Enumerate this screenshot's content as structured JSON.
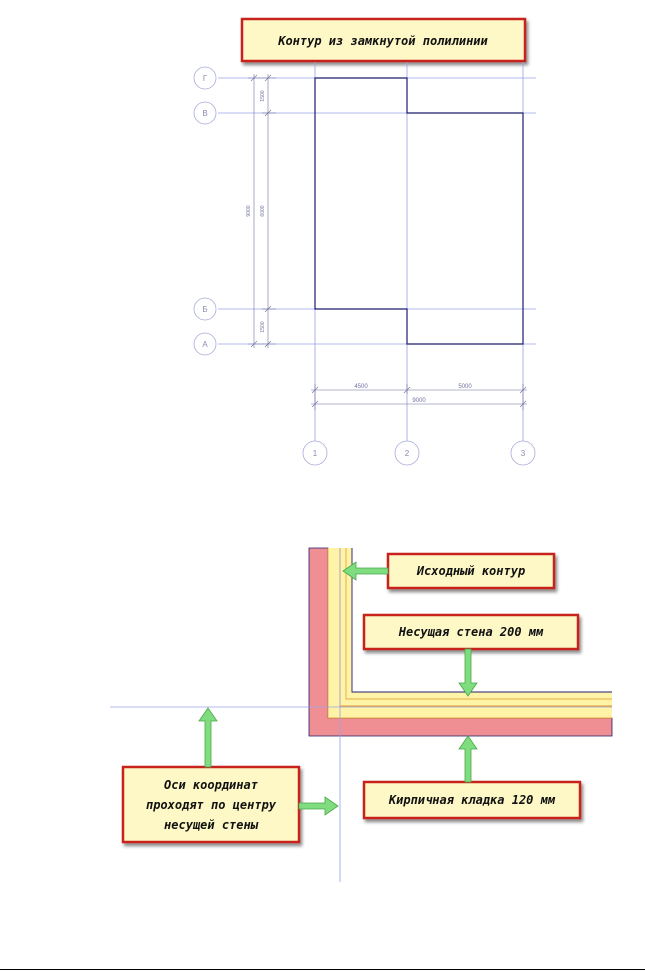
{
  "top": {
    "title": "Контур из замкнутой полилинии",
    "row_axes": [
      "Г",
      "В",
      "Б",
      "А"
    ],
    "column_axes": [
      "1",
      "2",
      "3"
    ],
    "dimensions": {
      "horizontal": [
        "4500",
        "5000",
        "9000"
      ],
      "vertical": [
        "1500",
        "6000",
        "1500",
        "9000"
      ]
    }
  },
  "bottom": {
    "source_contour": "Исходный контур",
    "bearing_wall": "Несущая стена 200 мм",
    "brickwork": "Кирпичная кладка 120 мм",
    "axes_note_line1": "Оси координат",
    "axes_note_line2": "проходят по центру",
    "axes_note_line3": "несущей стены"
  },
  "colors": {
    "callout_fill": "#fdf8c6",
    "callout_border": "#c8241c",
    "arrow": "#7fdc7f",
    "wall_yellow": "#fff3a8",
    "brick_red": "#f08f93",
    "axis_line": "#9aa0e6",
    "contour": "#1c1c6e"
  }
}
